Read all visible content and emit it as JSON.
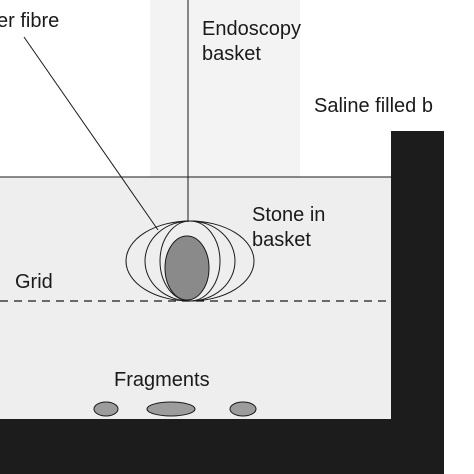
{
  "labels": {
    "fibre": "er fibre",
    "basket_line1": "Endoscopy",
    "basket_line2": "basket",
    "bath": "Saline filled b",
    "stone_line1": "Stone in",
    "stone_line2": "basket",
    "grid": "Grid",
    "fragments": "Fragments"
  },
  "colors": {
    "paper": "#ffffff",
    "top_texture": "#e9e9e9",
    "saline": "#eeeeee",
    "tank_wall": "#1c1c1c",
    "stone": "#8a8a8a",
    "fragment": "#9c9c9c",
    "line": "#1a1a1a"
  }
}
